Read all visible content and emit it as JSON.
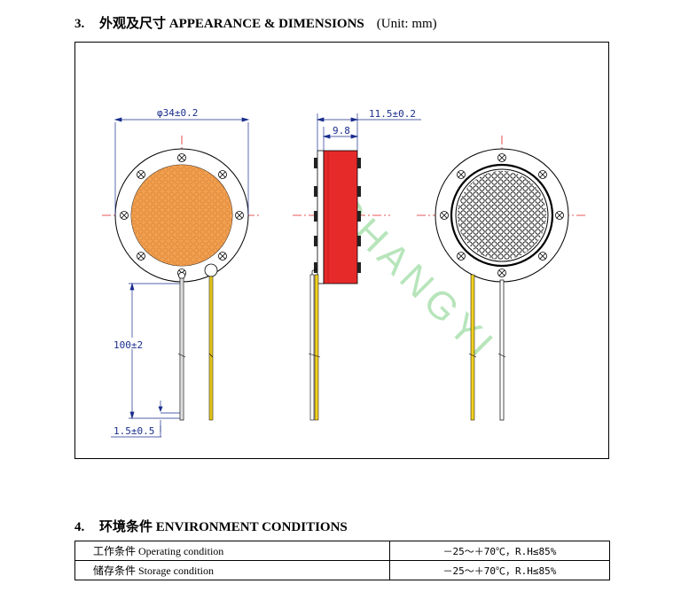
{
  "section3": {
    "number": "3.",
    "title": "外观及尺寸 APPEARANCE & DIMENSIONS",
    "unit": "(Unit: mm)"
  },
  "drawing": {
    "diameter_label": "φ34±0.2",
    "lead_length_label": "100±2",
    "lead_end_label": "1.5±0.5",
    "total_depth_label": "11.5±0.2",
    "body_depth_label": "9.8",
    "watermark": "CHANGYI",
    "colors": {
      "front_mesh": "#f2a050",
      "side_body": "#e62a2a",
      "centerline": "#e02020",
      "dimension": "#1a2d8c",
      "lead_yellow": "#f0d020"
    }
  },
  "section4": {
    "number": "4.",
    "title": "环境条件 ENVIRONMENT CONDITIONS",
    "rows": [
      {
        "label": "工作条件 Operating condition",
        "value": "－25～＋70℃，R.H≤85%"
      },
      {
        "label": "储存条件 Storage condition",
        "value": "－25～＋70℃，R.H≤85%"
      }
    ]
  }
}
